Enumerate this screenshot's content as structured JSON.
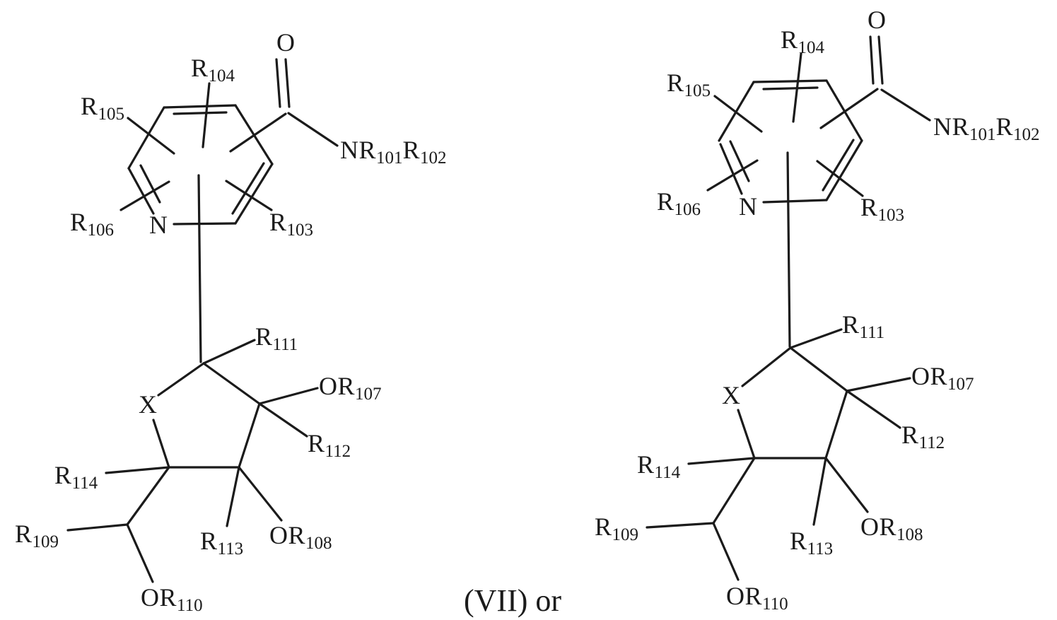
{
  "colors": {
    "ink": "#1b1b1b",
    "paper": "#ffffff"
  },
  "caption": "(VII) or",
  "left": {
    "o": "O",
    "r104": "R104",
    "r105": "R105",
    "r106": "R106",
    "n": "N",
    "r103": "R103",
    "amide": "NR101R102",
    "x": "X",
    "r111": "R111",
    "or107": "OR107",
    "r112": "R112",
    "r114": "R114",
    "r113": "R113",
    "or108": "OR108",
    "r109": "R109",
    "or110": "OR110"
  },
  "right": {
    "o": "O",
    "r104": "R104",
    "r105": "R105",
    "r106": "R106",
    "n": "N",
    "r103": "R103",
    "amide": "NR101R102",
    "x": "X",
    "r111": "R111",
    "or107": "OR107",
    "r112": "R112",
    "r114": "R114",
    "r113": "R113",
    "or108": "OR108",
    "r109": "R109",
    "or110": "OR110"
  }
}
